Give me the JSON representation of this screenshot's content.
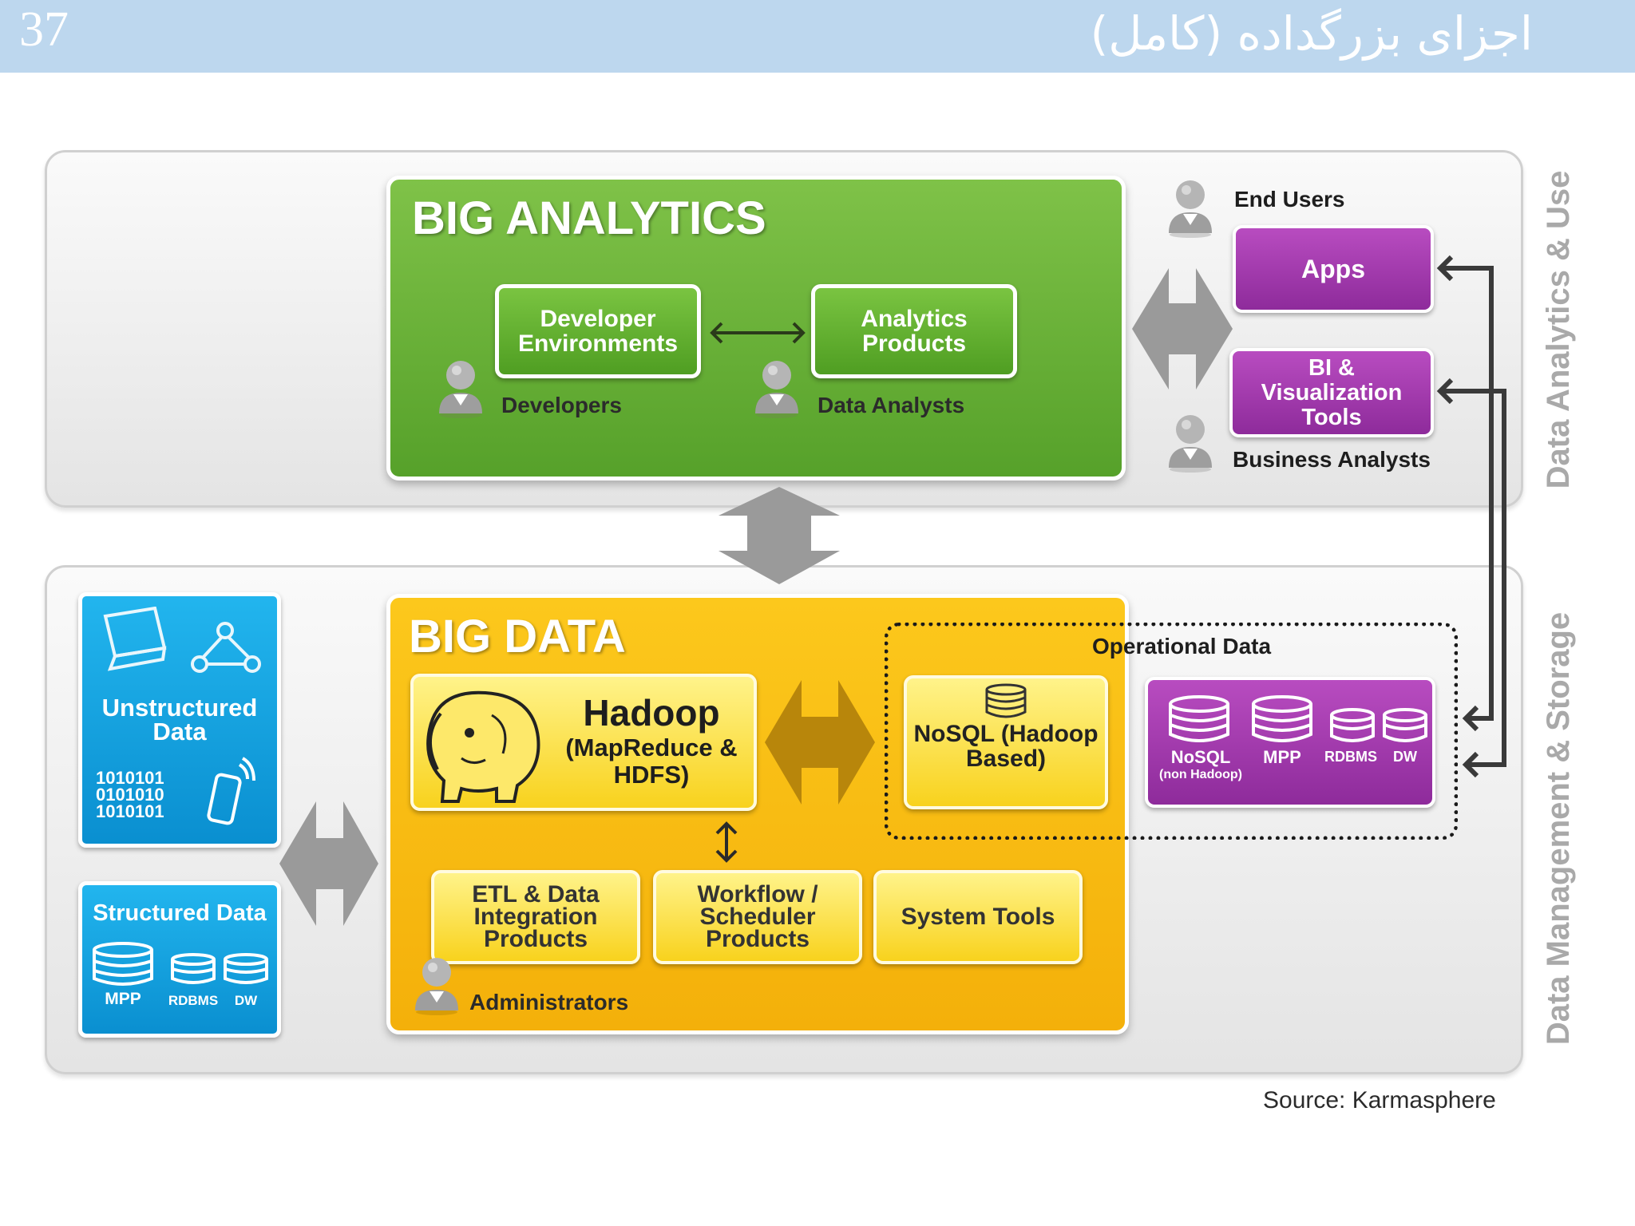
{
  "slide": {
    "number": "37",
    "title": "اجزای بزرگداده (کامل)"
  },
  "side_labels": {
    "top": "Data Analytics & Use",
    "bottom": "Data Management & Storage"
  },
  "big_analytics": {
    "title": "BIG ANALYTICS",
    "developer_environments": "Developer Environments",
    "analytics_products": "Analytics Products",
    "developers": "Developers",
    "data_analysts": "Data Analysts"
  },
  "end_use": {
    "end_users": "End Users",
    "apps": "Apps",
    "bi_tools": "BI & Visualization Tools",
    "business_analysts": "Business Analysts"
  },
  "big_data": {
    "title": "BIG DATA",
    "hadoop": "Hadoop",
    "hadoop_sub": "(MapReduce & HDFS)",
    "etl": "ETL & Data Integration Products",
    "workflow": "Workflow / Scheduler Products",
    "system_tools": "System Tools",
    "administrators": "Administrators"
  },
  "operational": {
    "title": "Operational Data",
    "nosql_hadoop": "NoSQL (Hadoop Based)",
    "nosql": "NoSQL",
    "non_hadoop": "(non Hadoop)",
    "mpp": "MPP",
    "rdbms": "RDBMS",
    "dw": "DW"
  },
  "sources": {
    "unstructured": "Unstructured Data",
    "binary": [
      "1010101",
      "0101010",
      "1010101"
    ],
    "structured": "Structured Data",
    "mpp": "MPP",
    "rdbms": "RDBMS",
    "dw": "DW"
  },
  "source_credit": "Source: Karmasphere",
  "colors": {
    "header": "#bdd7ee",
    "analytics_green": "#6ab43a",
    "bigdata_yellow": "#f8bd14",
    "purple": "#a03cae",
    "blue": "#1aa6e4",
    "arrow_gray": "#9a9a9a"
  }
}
